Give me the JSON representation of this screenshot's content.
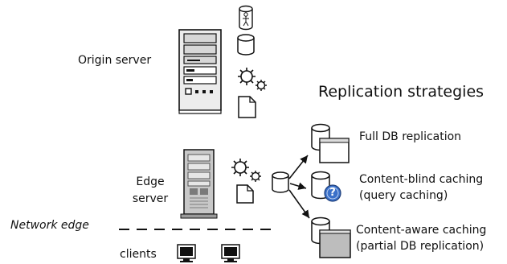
{
  "labels": {
    "origin_server": "Origin server",
    "replication_title": "Replication strategies",
    "full_db": "Full DB replication",
    "content_blind_1": "Content-blind caching",
    "content_blind_2": "(query caching)",
    "edge_server_1": "Edge",
    "edge_server_2": "server",
    "content_aware_1": "Content-aware caching",
    "content_aware_2": "(partial DB replication)",
    "network_edge": "Network edge",
    "clients": "clients",
    "question_mark": "?"
  },
  "icons": [
    "server-tower-icon",
    "person-icon",
    "database-icon",
    "gear-icon",
    "document-icon",
    "monitor-icon",
    "arrow-icon",
    "question-icon"
  ],
  "colors": {
    "line": "#111111",
    "server_fill": "#c8c8c8",
    "server_dark": "#7a7a7a",
    "question_badge": "#3a70c9",
    "shaded_page": "#bdbdbd"
  }
}
